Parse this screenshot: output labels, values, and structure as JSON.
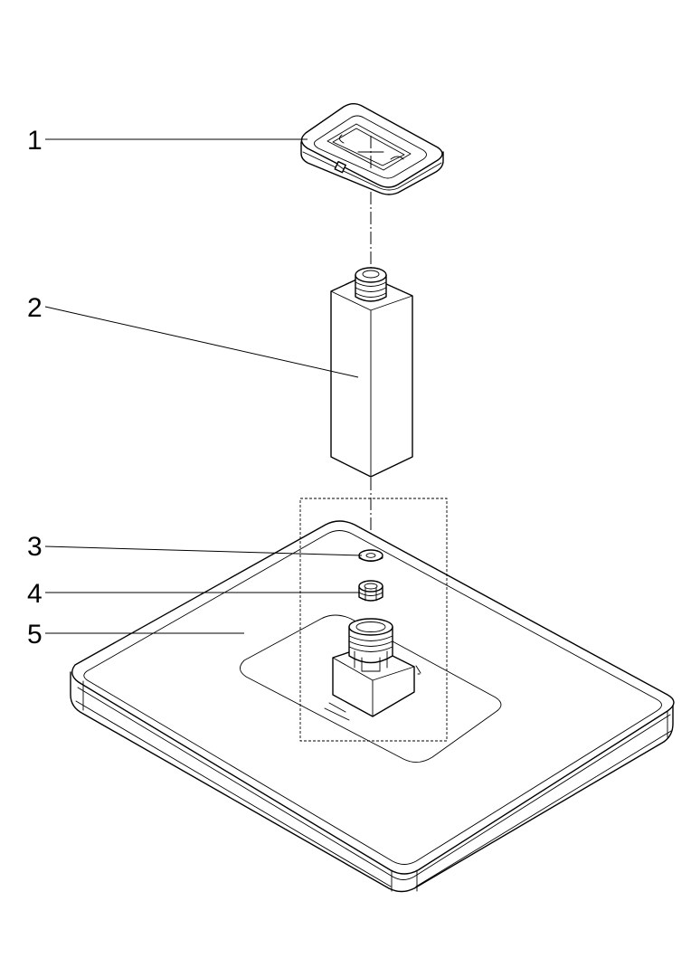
{
  "diagram": {
    "type": "exploded-parts-view",
    "colors": {
      "line": "#000000",
      "background": "#ffffff"
    },
    "callouts": [
      {
        "id": 1,
        "label": "1"
      },
      {
        "id": 2,
        "label": "2"
      },
      {
        "id": 3,
        "label": "3"
      },
      {
        "id": 4,
        "label": "4"
      },
      {
        "id": 5,
        "label": "5"
      }
    ]
  }
}
